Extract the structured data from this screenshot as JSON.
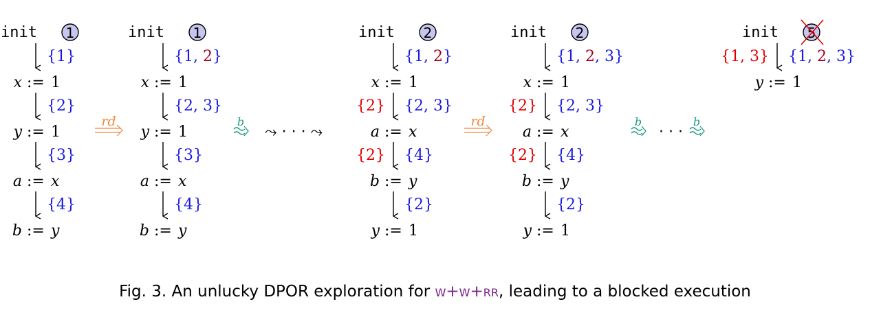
{
  "colors": {
    "blue": "#1a1ae0",
    "red": "#e00000",
    "darkred": "#a00020",
    "orange": "#f0883c",
    "teal": "#1a9a80",
    "node_fill": "#c6c6ee",
    "cross": "#e00000"
  },
  "columns": [
    {
      "init": "init",
      "node": "1",
      "crossed": false,
      "init_left": "",
      "init_right": "{1}",
      "steps": [
        {
          "lhs": "x",
          "rhs": "1",
          "left": "",
          "right": "{2}"
        },
        {
          "lhs": "y",
          "rhs": "1",
          "left": "",
          "right": "{3}"
        },
        {
          "lhs": "a",
          "rhs": "x",
          "left": "",
          "right": "{4}"
        },
        {
          "lhs": "b",
          "rhs": "y",
          "left": null,
          "right": null
        }
      ]
    },
    {
      "init": "init",
      "node": "1",
      "crossed": false,
      "init_left": "",
      "init_right": "{1, 2}",
      "steps": [
        {
          "lhs": "x",
          "rhs": "1",
          "left": "",
          "right": "{2, 3}"
        },
        {
          "lhs": "y",
          "rhs": "1",
          "left": "",
          "right": "{3}"
        },
        {
          "lhs": "a",
          "rhs": "x",
          "left": "",
          "right": "{4}"
        },
        {
          "lhs": "b",
          "rhs": "y",
          "left": null,
          "right": null
        }
      ]
    },
    {
      "init": "init",
      "node": "2",
      "crossed": false,
      "init_left": "",
      "init_right": "{1, 2}",
      "steps": [
        {
          "lhs": "x",
          "rhs": "1",
          "left": "{2}",
          "right": "{2, 3}"
        },
        {
          "lhs": "a",
          "rhs": "x",
          "left": "{2}",
          "right": "{4}"
        },
        {
          "lhs": "b",
          "rhs": "y",
          "left": "",
          "right": "{2}"
        },
        {
          "lhs": "y",
          "rhs": "1",
          "left": null,
          "right": null
        }
      ]
    },
    {
      "init": "init",
      "node": "2",
      "crossed": false,
      "init_left": "",
      "init_right": "{1, 2, 3}",
      "steps": [
        {
          "lhs": "x",
          "rhs": "1",
          "left": "{2}",
          "right": "{2, 3}"
        },
        {
          "lhs": "a",
          "rhs": "x",
          "left": "{2}",
          "right": "{4}"
        },
        {
          "lhs": "b",
          "rhs": "y",
          "left": "",
          "right": "{2}"
        },
        {
          "lhs": "y",
          "rhs": "1",
          "left": null,
          "right": null
        }
      ]
    },
    {
      "init": "init",
      "node": "5",
      "crossed": true,
      "init_left": "{1, 3}",
      "init_right": "{1, 2, 3}",
      "steps": [
        {
          "lhs": "y",
          "rhs": "1",
          "left": null,
          "right": null
        }
      ]
    }
  ],
  "transitions": [
    {
      "kind": "rd",
      "label": "rd"
    },
    {
      "kind": "step",
      "label": "b"
    },
    {
      "kind": "leadsto",
      "label": "⤳ · · · ⤳"
    },
    {
      "kind": "rd",
      "label": "rd"
    },
    {
      "kind": "step-dots",
      "label": "b",
      "dots": "· · ·"
    }
  ],
  "assign_op": ":=",
  "caption": {
    "prefix": "Fig. 3.  An unlucky DPOR exploration for ",
    "name": "w+w+rr",
    "suffix": ", leading to a blocked execution"
  }
}
